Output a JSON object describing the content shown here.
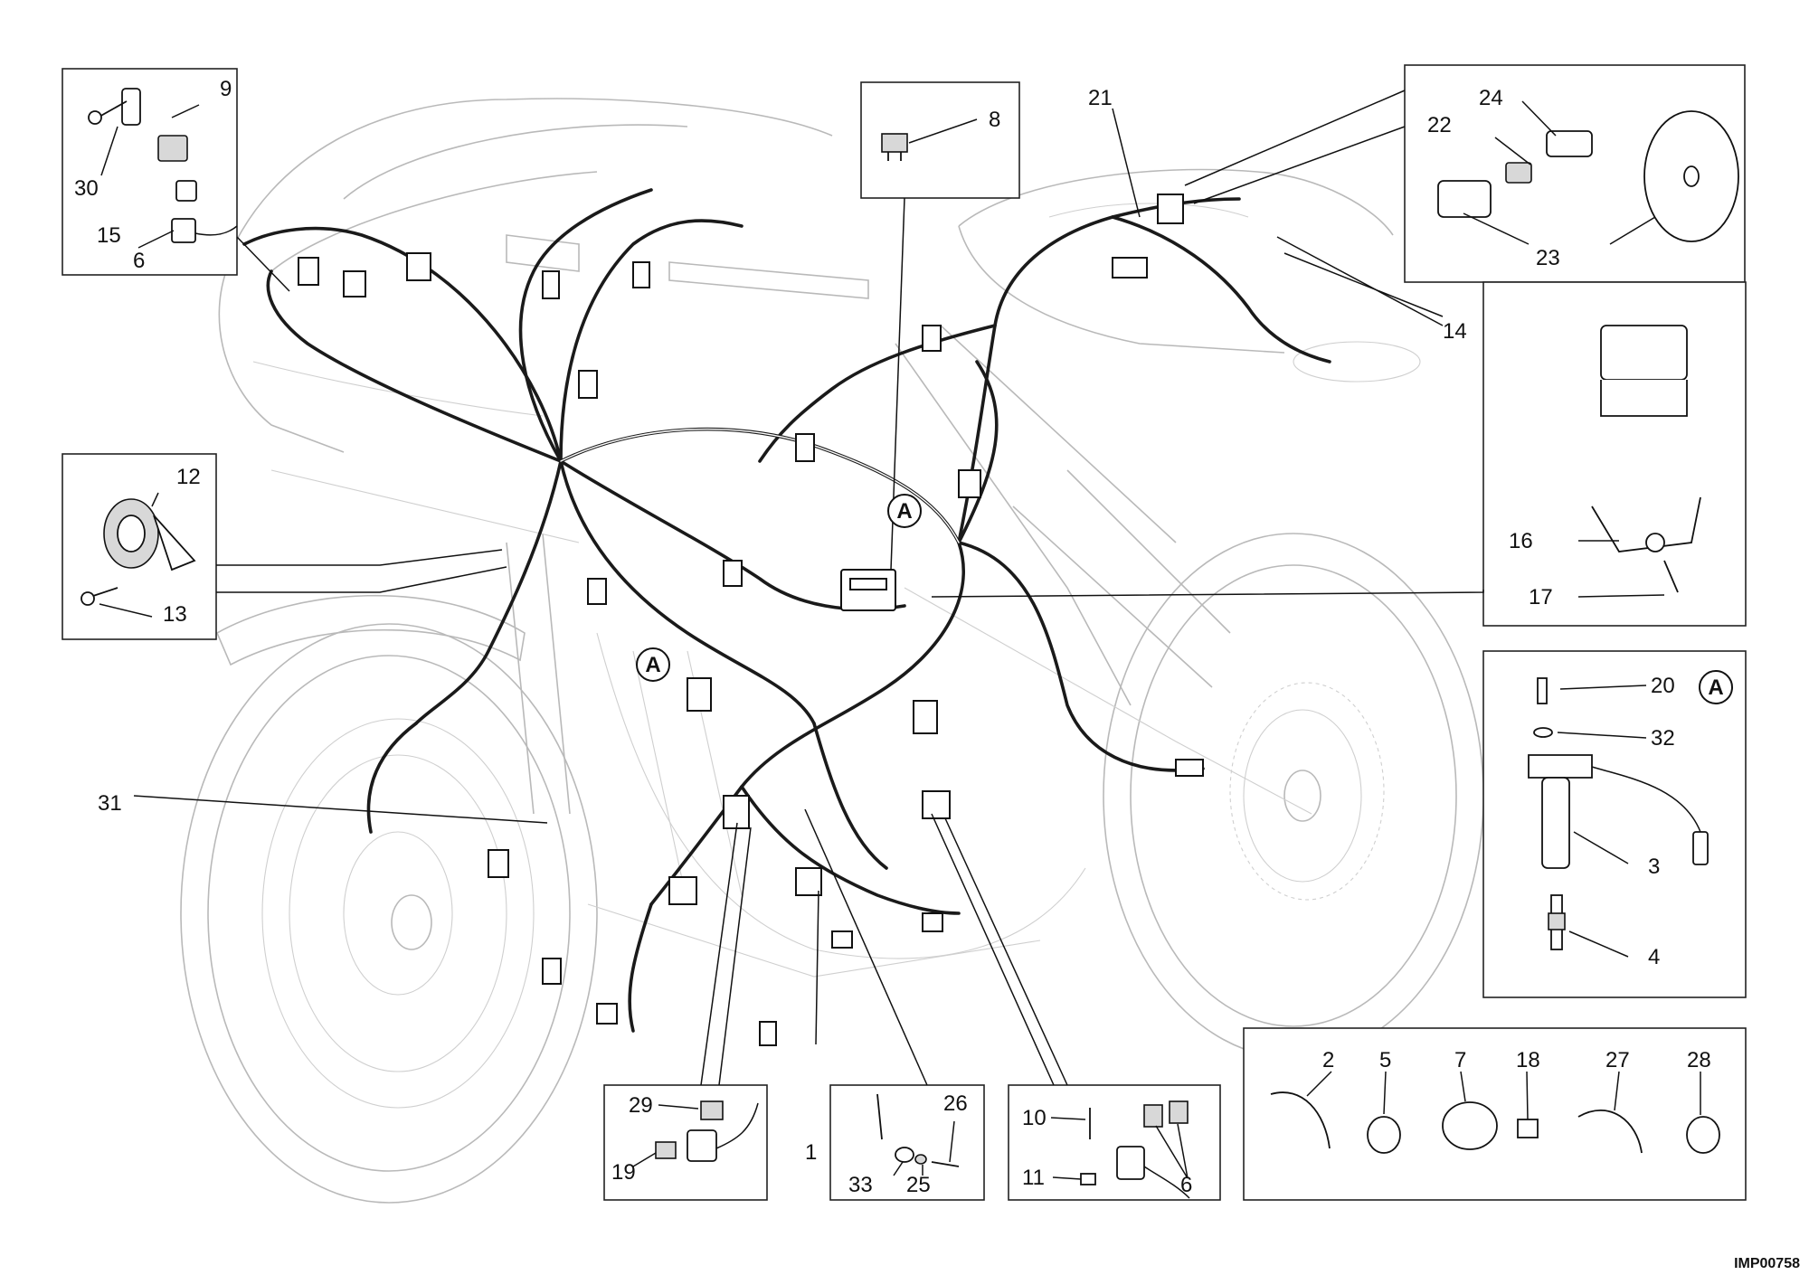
{
  "drawing_code": "IMP00758",
  "detail_marker": "A",
  "part_labels": {
    "p1": "1",
    "p2": "2",
    "p3": "3",
    "p4": "4",
    "p5": "5",
    "p6": "6",
    "p7": "7",
    "p8": "8",
    "p9": "9",
    "p10": "10",
    "p11": "11",
    "p12": "12",
    "p13": "13",
    "p14": "14",
    "p15": "15",
    "p16": "16",
    "p17": "17",
    "p18": "18",
    "p19": "19",
    "p20": "20",
    "p21": "21",
    "p22": "22",
    "p23": "23",
    "p24": "24",
    "p25": "25",
    "p26": "26",
    "p27": "27",
    "p28": "28",
    "p29": "29",
    "p30": "30",
    "p31": "31",
    "p32": "32",
    "p33": "33"
  }
}
